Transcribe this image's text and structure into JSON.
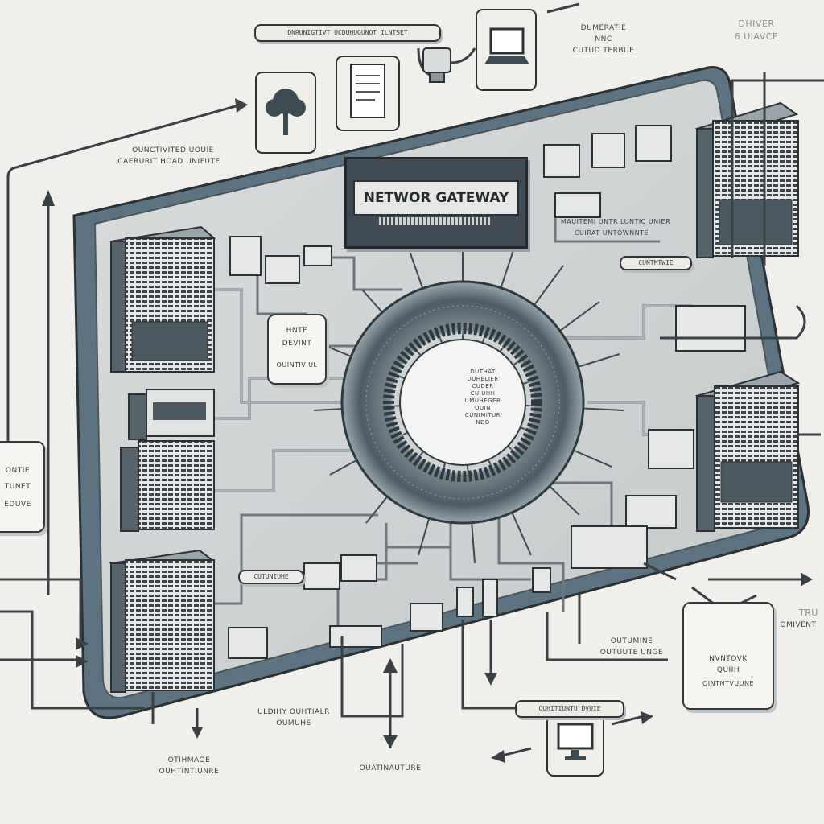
{
  "diagram": {
    "title": "NETWOR GATEWAY",
    "labels": {
      "top_left_block": [
        "OUNCTIVITED UOUIE",
        "CAERURIT HOAD UNIFUTE"
      ],
      "top_right_block": [
        "DUMERATIE",
        "NNC",
        "CUTUD TERBUE"
      ],
      "far_right_top": [
        "DHIVER",
        "6 UIAVCE"
      ],
      "left_box": [
        "ONTIE",
        "TUNET",
        "EDUVE"
      ],
      "center_left_box": [
        "HNTE",
        "DEVINT",
        "OUINTIVIUL"
      ],
      "center_core": [
        "DUTHAT",
        "DUHELIER",
        "CUDER",
        "CUIUHH",
        "UMUHEGER",
        "OUIN",
        "CUNIMITUR",
        "NDD"
      ],
      "center_right_text": [
        "MAUITEMI UNTR LUNTIC UNIER",
        "CUIRAT UNTOWNNTE"
      ],
      "bottom_right_box": [
        "NVNTOVK",
        "QUIIH",
        "OINTNTVUUNE"
      ],
      "bottom_left_caption": [
        "OTIHMAOE",
        "OUHTINTIUNRE"
      ],
      "bottom_center_caption": [
        "ULDIHY OUHTIALR",
        "OUMUHE"
      ],
      "bottom_mid_caption": "OUATINAUTURE",
      "bottom_right_caption": [
        "OUTUMINE",
        "OUTUUTE UNGE"
      ],
      "far_right_bottom": [
        "TRU",
        "OMIVENT"
      ],
      "bottom_pill": "OUHITIUNTU DVUIE",
      "top_pill": "DNRUNIGTIVT UCDUHUGUNOT ILNTSET",
      "right_pill": "CUNTMTWIE",
      "lower_pill": "CUTUNIUHE"
    }
  },
  "colors": {
    "panel": "#cfd3d4",
    "panel_edge": "#5e7381",
    "ink": "#2f3438",
    "paper": "#f1efeb"
  },
  "icons": [
    "tree-icon",
    "document-icon",
    "plug-icon",
    "monitor-icon",
    "laptop-icon",
    "server-rack-icon"
  ]
}
